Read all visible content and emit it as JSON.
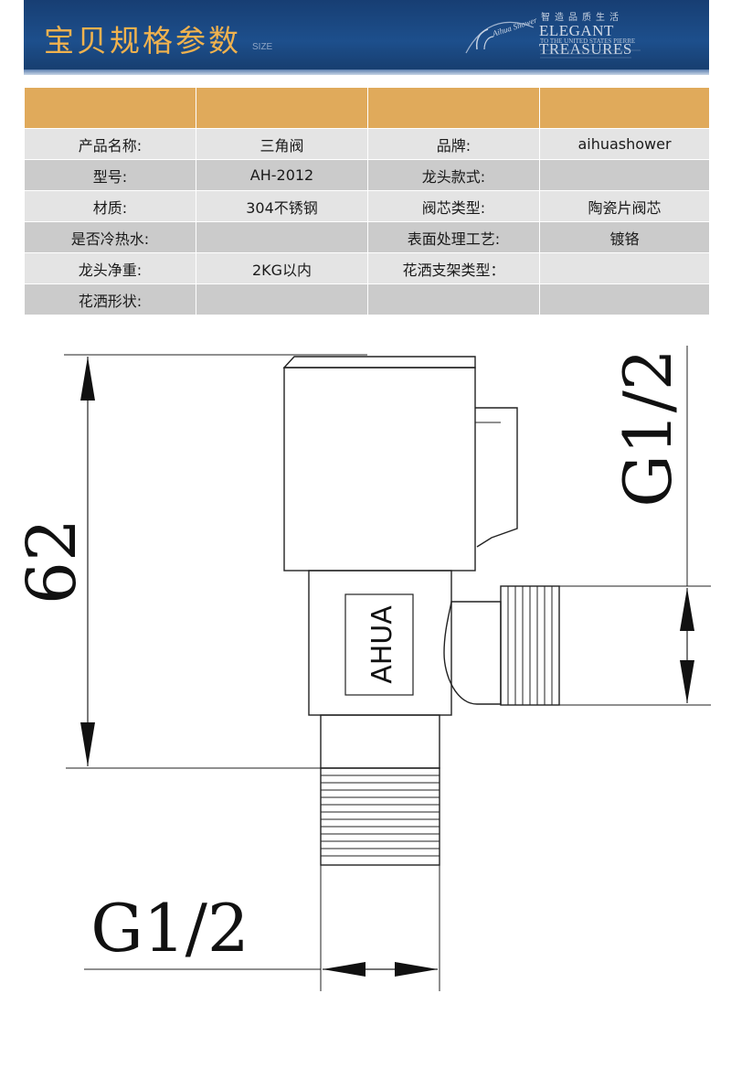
{
  "banner": {
    "title": "宝贝规格参数",
    "size_label": "SIZE",
    "tagline": "智造品质生活",
    "elegant": "ELEGANT TREASURES",
    "sub": "TO THE UNITED STATES PIERRE"
  },
  "specs": {
    "rows": [
      {
        "l1": "产品名称:",
        "v1": "三角阀",
        "l2": "品牌:",
        "v2": "aihuashower"
      },
      {
        "l1": "型号:",
        "v1": "AH-2012",
        "l2": "龙头款式:",
        "v2": ""
      },
      {
        "l1": "材质:",
        "v1": "304不锈钢",
        "l2": "阀芯类型:",
        "v2": "陶瓷片阀芯"
      },
      {
        "l1": "是否冷热水:",
        "v1": "",
        "l2": "表面处理工艺:",
        "v2": "镀铬"
      },
      {
        "l1": "龙头净重:",
        "v1": "2KG以内",
        "l2": "花洒支架类型：",
        "v2": ""
      },
      {
        "l1": "花洒形状:",
        "v1": "",
        "l2": "",
        "v2": ""
      }
    ]
  },
  "drawing": {
    "height_label": "62",
    "side_thread_label": "G1/2",
    "bottom_thread_label": "G1/2",
    "brand_mark": "AHUA"
  }
}
